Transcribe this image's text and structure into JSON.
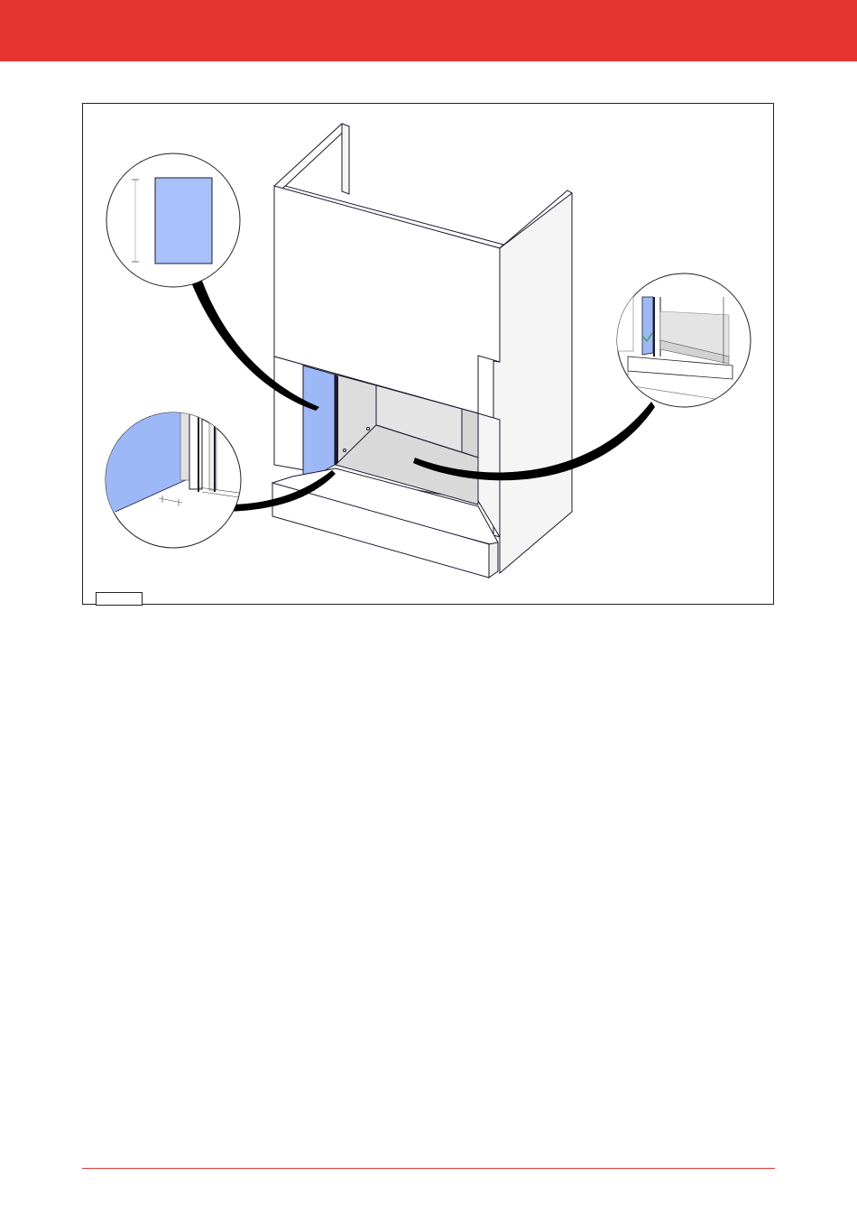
{
  "page": {
    "accent_color": "#e63530",
    "footer_rule_color": "#e63530"
  },
  "figure": {
    "label": "",
    "colors": {
      "panel_blue": "#9db8f7",
      "panel_blue_light": "#a8c1fa",
      "cavity_grey": "#dcdcdc",
      "cavity_dark": "#cfcfcf",
      "line": "#1a1a2e",
      "wall_side": "#f5f5f5",
      "leader": "#000000"
    },
    "callouts": [
      {
        "name": "top-left-detail",
        "icon": "detail-magnifier-panel"
      },
      {
        "name": "bottom-left-detail",
        "icon": "detail-magnifier-corner"
      },
      {
        "name": "right-detail",
        "icon": "detail-magnifier-opening"
      }
    ]
  }
}
